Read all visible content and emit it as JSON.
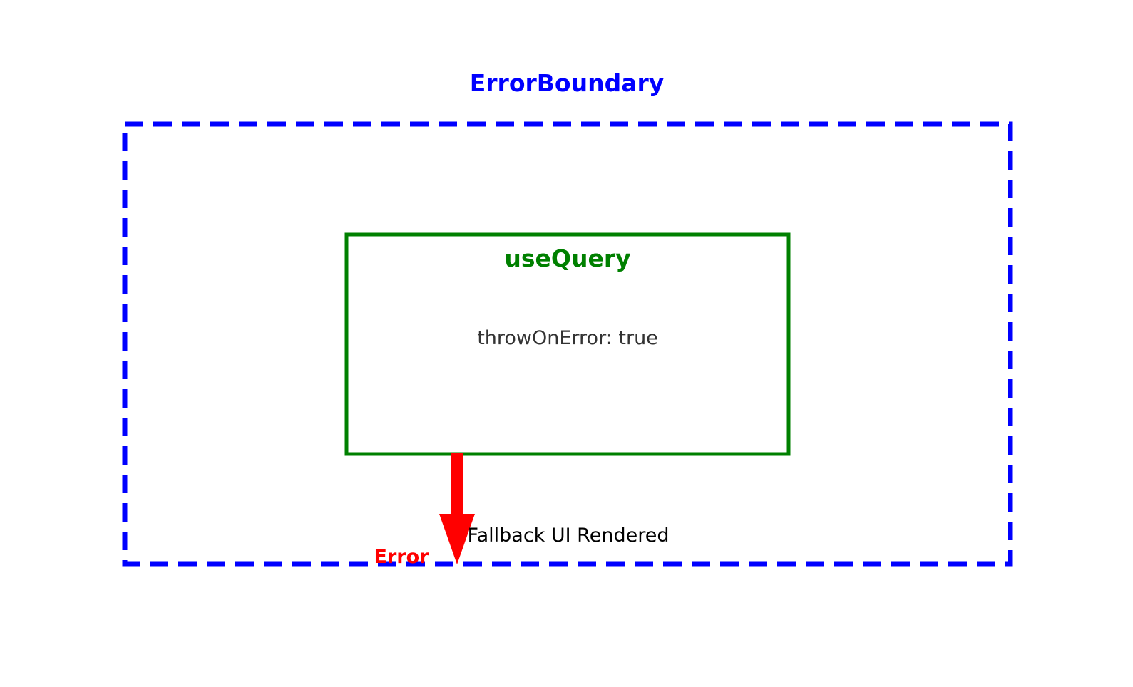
{
  "error_boundary": {
    "title": "ErrorBoundary",
    "color": "#0000ff"
  },
  "use_query": {
    "title": "useQuery",
    "option": "throwOnError: true",
    "color": "#008000"
  },
  "error_arrow": {
    "label": "Error",
    "color": "#ff0000"
  },
  "fallback": {
    "label": "Fallback UI Rendered"
  }
}
